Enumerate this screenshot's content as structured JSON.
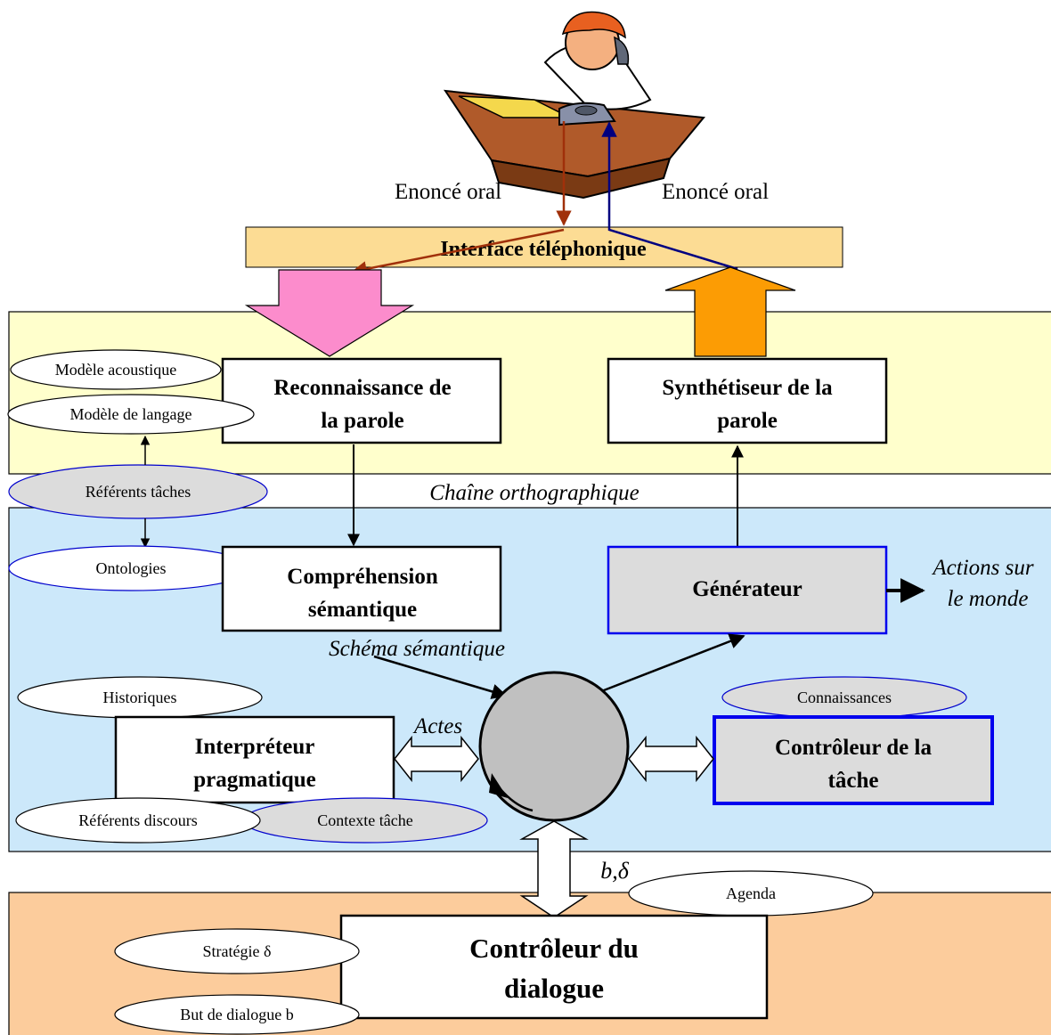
{
  "labels": {
    "enonce_left": "Enoncé oral",
    "enonce_right": "Enoncé oral",
    "interface": "Interface téléphonique",
    "chaine": "Chaîne orthographique",
    "schema": "Schéma sémantique",
    "actes": "Actes",
    "actions_l1": "Actions sur",
    "actions_l2": "le monde",
    "b_delta": "b,δ"
  },
  "boxes": {
    "reconnaissance_l1": "Reconnaissance de",
    "reconnaissance_l2": "la parole",
    "synthetiseur_l1": "Synthétiseur de la",
    "synthetiseur_l2": "parole",
    "comprehension_l1": "Compréhension",
    "comprehension_l2": "sémantique",
    "generateur": "Générateur",
    "interpreteur_l1": "Interpréteur",
    "interpreteur_l2": "pragmatique",
    "controleur_tache_l1": "Contrôleur de la",
    "controleur_tache_l2": "tâche",
    "controleur_dialogue_l1": "Contrôleur du",
    "controleur_dialogue_l2": "dialogue"
  },
  "ellipses": {
    "modele_acoustique": "Modèle acoustique",
    "modele_langage": "Modèle de langage",
    "referents_taches": "Référents tâches",
    "ontologies": "Ontologies",
    "historiques": "Historiques",
    "referents_discours": "Référents discours",
    "contexte_tache": "Contexte tâche",
    "connaissances": "Connaissances",
    "agenda": "Agenda",
    "strategie": "Stratégie δ",
    "but_dialogue": "But de dialogue b"
  },
  "colors": {
    "top_band": "#ffffcc",
    "middle_band": "#cce8fa",
    "bottom_band": "#fccc9c",
    "interface_bar": "#fcdc94",
    "pink_arrow": "#fc8ccc",
    "orange_arrow": "#fc9c04",
    "grey_fill": "#dcdcdc",
    "blue_border": "#0000ee",
    "hub": "#c0c0c0"
  }
}
